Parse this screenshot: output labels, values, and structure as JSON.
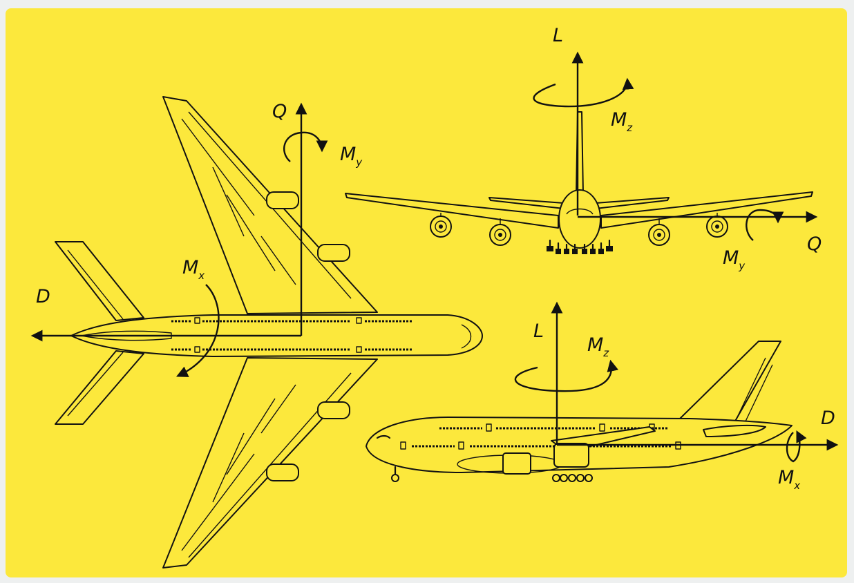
{
  "colors": {
    "background": "#fce83c",
    "ink": "#111111"
  },
  "top_view": {
    "force_q": "Q",
    "moment_y": {
      "main": "M",
      "sub": "y"
    },
    "moment_x": {
      "main": "M",
      "sub": "x"
    },
    "force_d": "D"
  },
  "front_view": {
    "force_l": "L",
    "moment_z": {
      "main": "M",
      "sub": "z"
    },
    "moment_y": {
      "main": "M",
      "sub": "y"
    },
    "force_q": "Q"
  },
  "side_view": {
    "force_l": "L",
    "moment_z": {
      "main": "M",
      "sub": "z"
    },
    "force_d": "D",
    "moment_x": {
      "main": "M",
      "sub": "x"
    }
  }
}
